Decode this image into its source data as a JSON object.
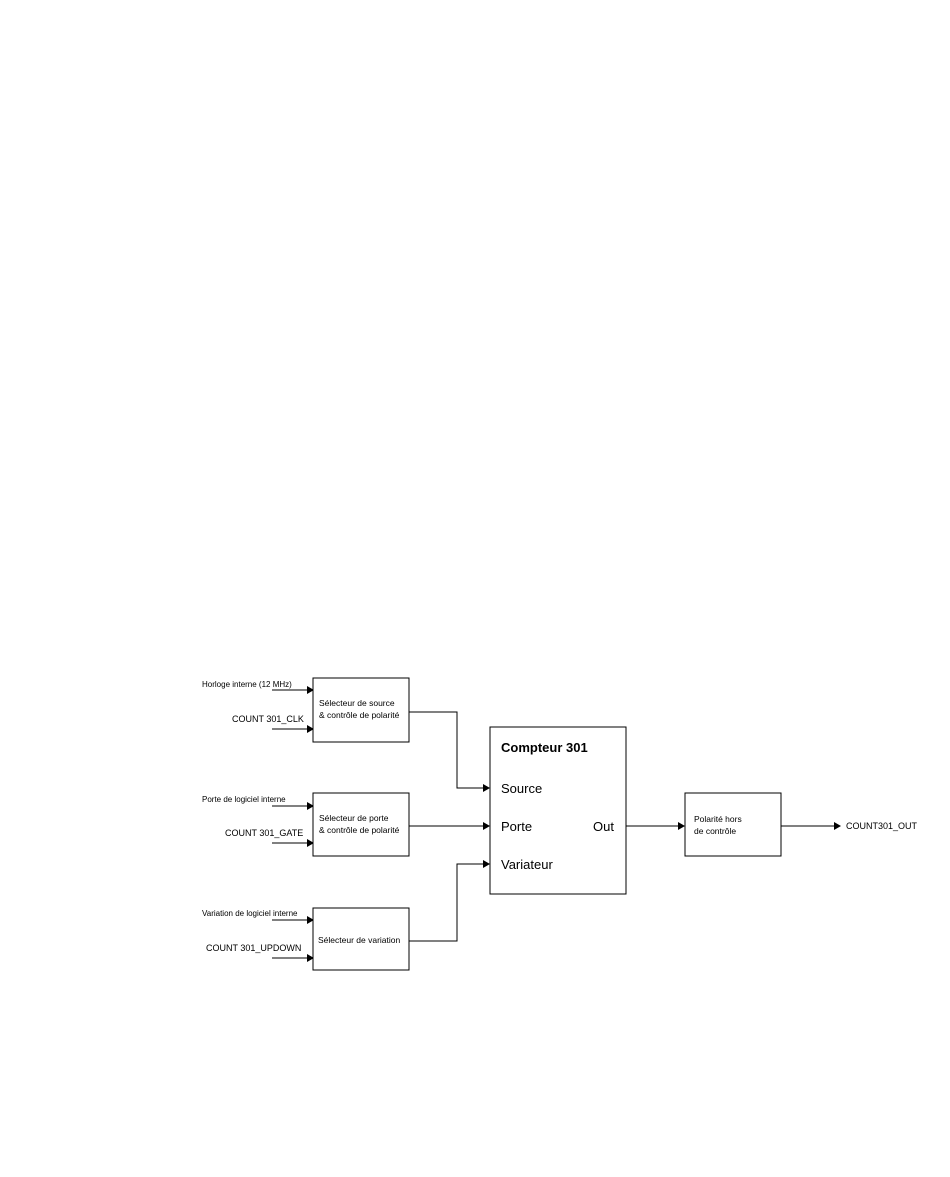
{
  "inputs": {
    "clock_internal": "Horloge interne (12 MHz)",
    "count_clk": "COUNT 301_CLK",
    "gate_internal": "Porte de logiciel interne",
    "count_gate": "COUNT 301_GATE",
    "updown_internal": "Variation de logiciel interne",
    "count_updown": "COUNT 301_UPDOWN"
  },
  "blocks": {
    "source_selector": [
      "Sélecteur de source",
      "& contrôle de polarité"
    ],
    "gate_selector": [
      "Sélecteur de porte",
      "& contrôle de polarité"
    ],
    "updown_selector": [
      "Sélecteur de variation"
    ],
    "counter": {
      "title": "Compteur 301",
      "port_source": "Source",
      "port_gate": "Porte",
      "port_updown": "Variateur",
      "port_out": "Out"
    },
    "polarity_out": [
      "Polarité hors",
      "de contrôle"
    ]
  },
  "outputs": {
    "count_out": "COUNT301_OUT"
  }
}
